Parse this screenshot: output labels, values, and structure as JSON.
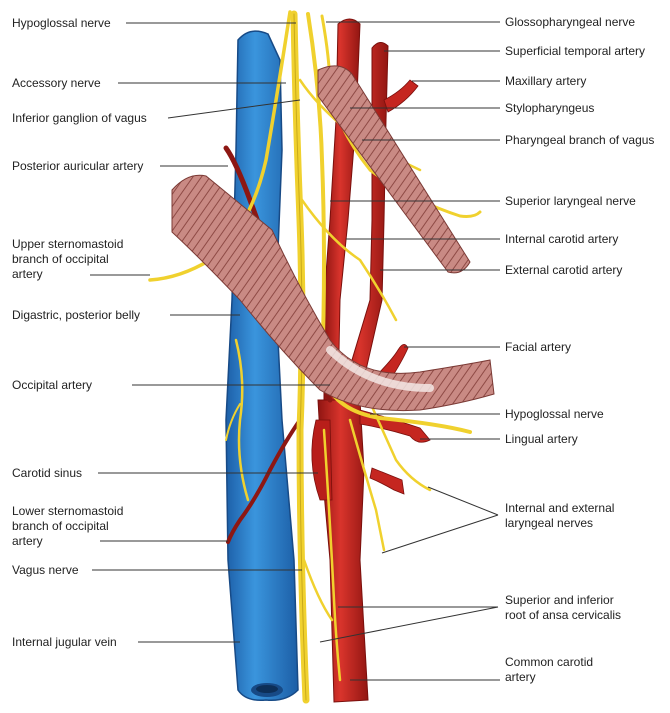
{
  "labels_left": [
    "Hypoglossal nerve",
    "Accessory nerve",
    "Inferior ganglion of vagus",
    "Posterior auricular artery",
    "Upper sternomastoid",
    "branch of occipital",
    "artery",
    "Digastric, posterior belly",
    "Occipital artery",
    "Carotid sinus",
    "Lower sternomastoid",
    "branch of occipital",
    "artery",
    "Vagus nerve",
    "Internal jugular vein"
  ],
  "labels_right": [
    "Glossopharyngeal nerve",
    "Superficial temporal artery",
    "Maxillary artery",
    "Stylopharyngeus",
    "Pharyngeal branch of vagus",
    "Superior laryngeal nerve",
    "Internal carotid artery",
    "External carotid artery",
    "Facial artery",
    "Hypoglossal nerve",
    "Lingual artery",
    "Internal and external",
    "laryngeal nerves",
    "Superior and inferior",
    "root of ansa cervicalis",
    "Common carotid",
    "artery"
  ],
  "colors": {
    "vein": "#2f86d0",
    "artery": "#c8231f",
    "nerve": "#f0d12e",
    "muscle": "#b8736e"
  }
}
